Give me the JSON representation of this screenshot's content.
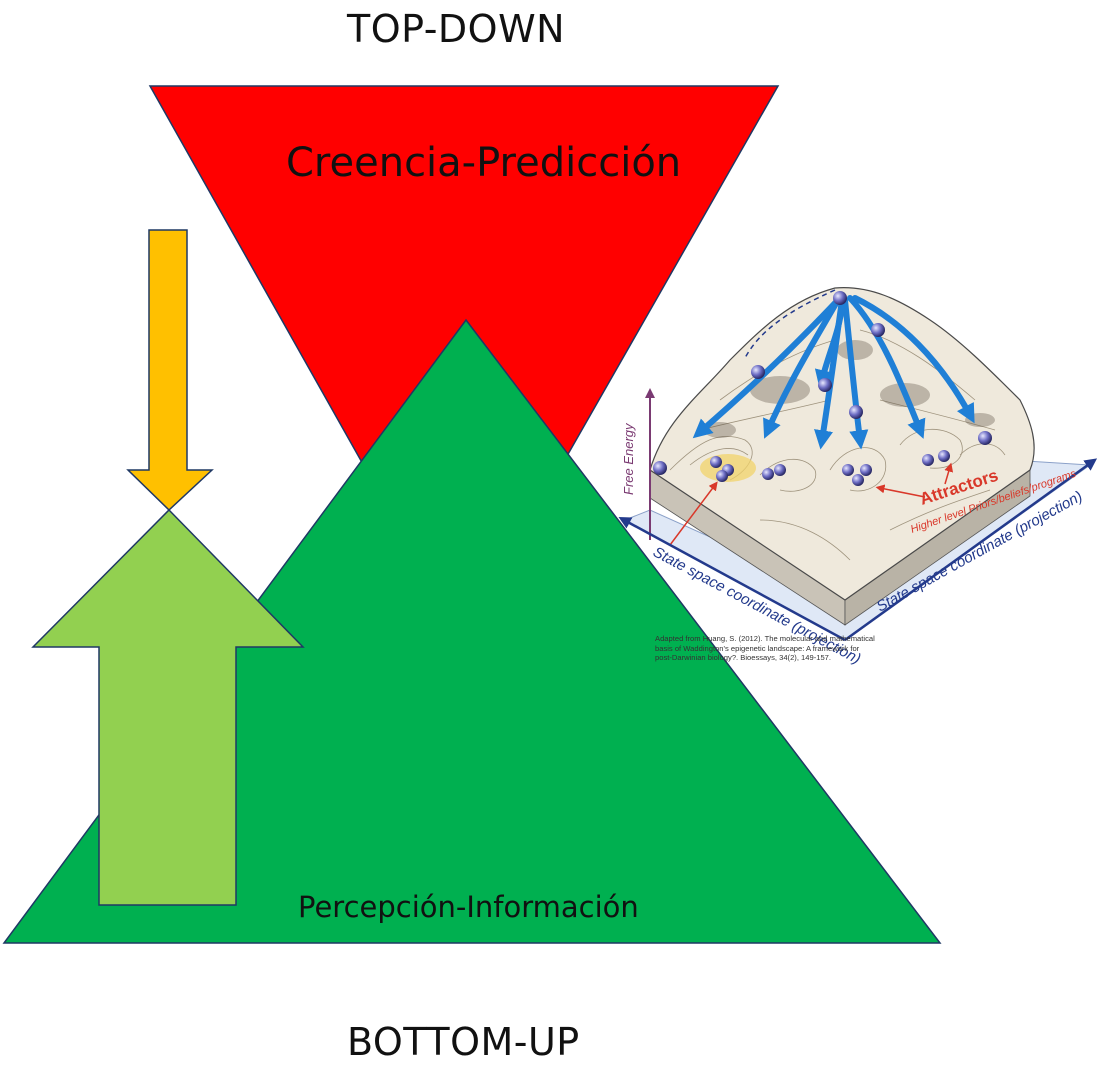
{
  "top_label": "TOP-DOWN",
  "bottom_label": "BOTTOM-UP",
  "belief_label": "Creencia-Predicción",
  "perception_label": "Percepción-Información",
  "colors": {
    "belief_triangle": "#ff0000",
    "perception_triangle": "#00b050",
    "down_arrow": "#ffc000",
    "up_arrow": "#92d050",
    "flow_arrows": "#1f7fd6",
    "attractor_text": "#d9382a"
  },
  "landscape_figure": {
    "axis_vertical": "Free Energy",
    "axis_left": "State space coordinate (projection)",
    "axis_right": "State space coordinate (projection)",
    "attractors_title": "Attractors",
    "attractors_subtitle": "Higher level Priors/beliefs/programs",
    "credit_lines": [
      "Adapted from Huang, S. (2012). The molecular and mathematical",
      "basis of Waddington's epigenetic landscape: A framework for",
      "post-Darwinian biology?. Bioessays, 34(2), 149-157."
    ]
  }
}
